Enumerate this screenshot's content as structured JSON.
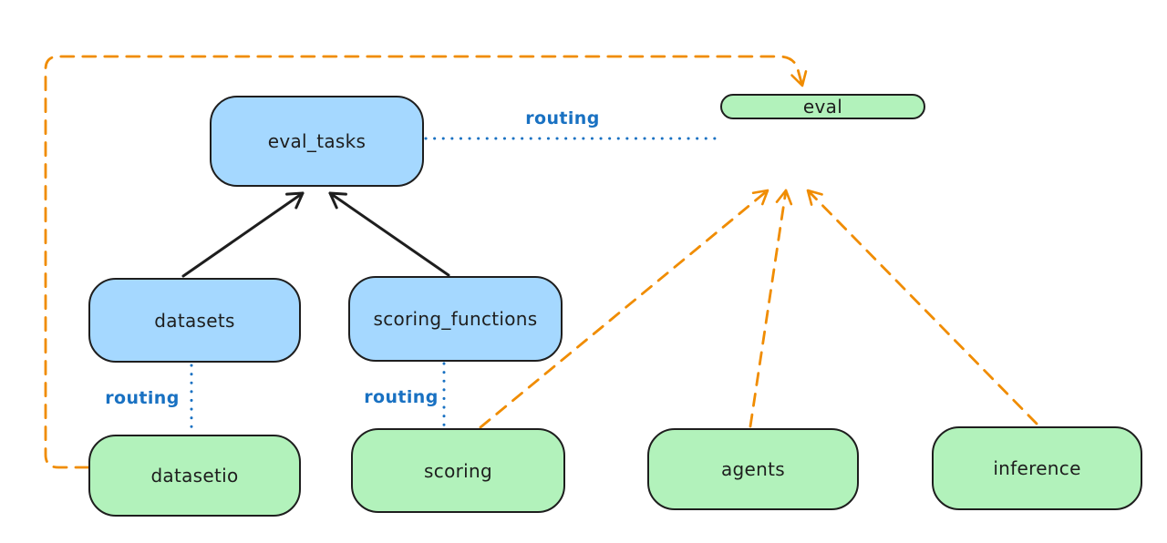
{
  "nodes": [
    {
      "id": "eval_tasks",
      "label": "eval_tasks",
      "color": "blue"
    },
    {
      "id": "eval",
      "label": "eval",
      "color": "green"
    },
    {
      "id": "datasets",
      "label": "datasets",
      "color": "blue"
    },
    {
      "id": "scoring_functions",
      "label": "scoring_functions",
      "color": "blue"
    },
    {
      "id": "datasetio",
      "label": "datasetio",
      "color": "green"
    },
    {
      "id": "scoring",
      "label": "scoring",
      "color": "green"
    },
    {
      "id": "agents",
      "label": "agents",
      "color": "green"
    },
    {
      "id": "inference",
      "label": "inference",
      "color": "green"
    }
  ],
  "edges": [
    {
      "from": "datasets",
      "to": "eval_tasks",
      "style": "solid",
      "arrow": true,
      "label": ""
    },
    {
      "from": "scoring_functions",
      "to": "eval_tasks",
      "style": "solid",
      "arrow": true,
      "label": ""
    },
    {
      "from": "eval_tasks",
      "to": "eval",
      "style": "dotted",
      "arrow": false,
      "label": "routing"
    },
    {
      "from": "datasets",
      "to": "datasetio",
      "style": "dotted",
      "arrow": false,
      "label": "routing"
    },
    {
      "from": "scoring_functions",
      "to": "scoring",
      "style": "dotted",
      "arrow": false,
      "label": "routing"
    },
    {
      "from": "datasetio",
      "to": "eval",
      "style": "dashed",
      "arrow": true,
      "label": ""
    },
    {
      "from": "scoring",
      "to": "eval",
      "style": "dashed",
      "arrow": true,
      "label": ""
    },
    {
      "from": "agents",
      "to": "eval",
      "style": "dashed",
      "arrow": true,
      "label": ""
    },
    {
      "from": "inference",
      "to": "eval",
      "style": "dashed",
      "arrow": true,
      "label": ""
    }
  ],
  "colors": {
    "background": "#ffffff",
    "node_blue_fill": "#a5d8ff",
    "node_green_fill": "#b2f2bb",
    "node_stroke": "#1e1e1e",
    "solid_arrow": "#1e1e1e",
    "routing_blue": "#1971c2",
    "provider_orange": "#f08c00"
  }
}
